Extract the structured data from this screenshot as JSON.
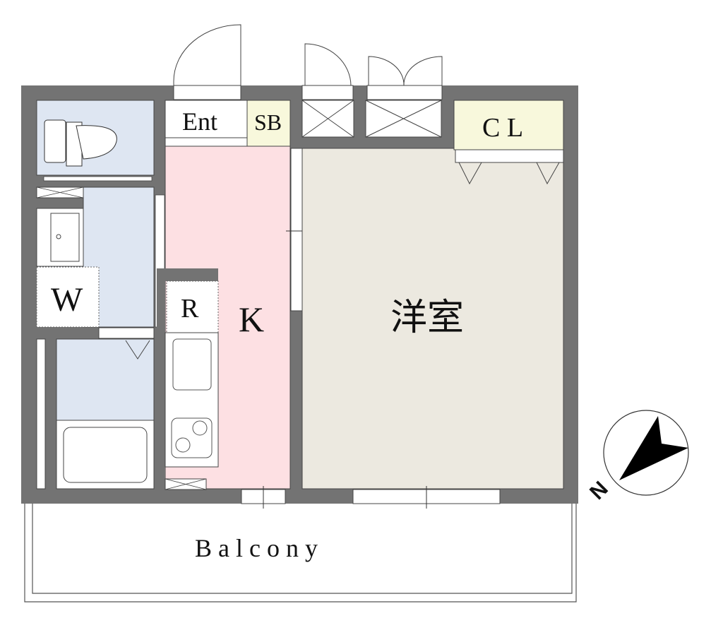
{
  "rooms": {
    "entrance": "Ent",
    "shoe_box": "SB",
    "closet": "C L",
    "washroom": "W",
    "refrigerator": "R",
    "kitchen": "K",
    "western_room": "洋室",
    "balcony": "B a l c o n y"
  },
  "compass": {
    "label": "N"
  },
  "colors": {
    "wall": "#737373",
    "wet_area": "#dee6f2",
    "kitchen": "#fde0e3",
    "western_room": "#ece9e0",
    "storage": "#f8f8dc"
  }
}
